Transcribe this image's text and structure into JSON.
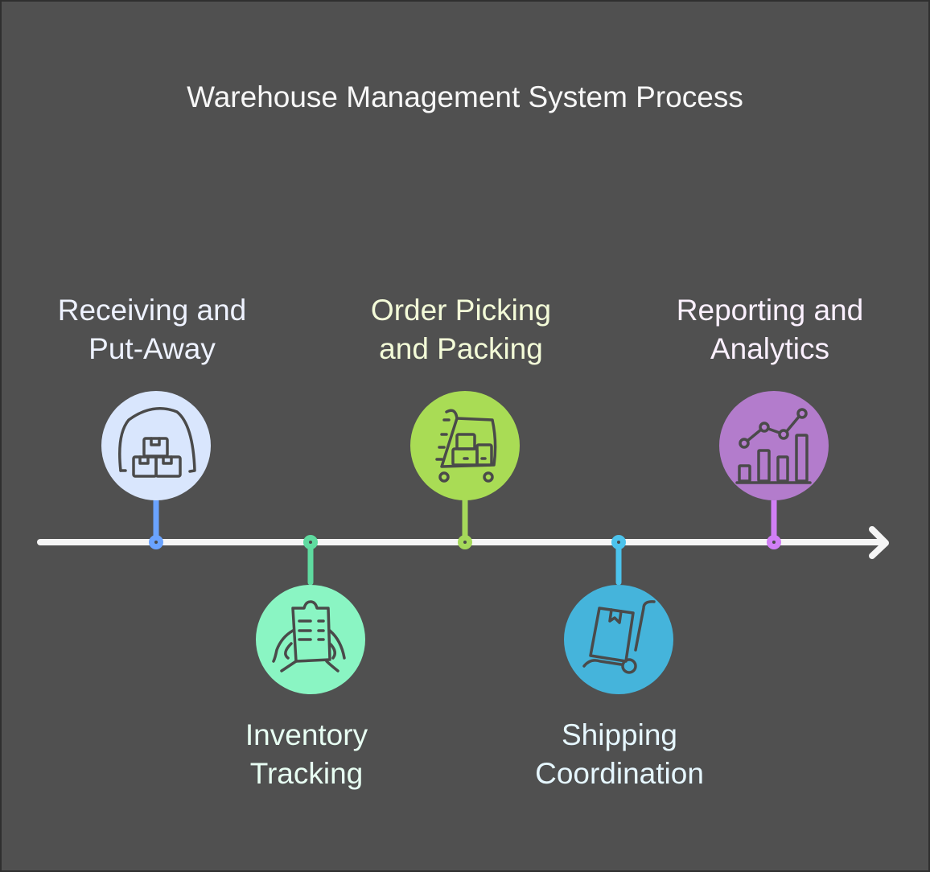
{
  "title": "Warehouse Management System Process",
  "colors": {
    "background": "#505050",
    "frame": "#2f2f2f",
    "timeline": "#f5f5f5",
    "icon_stroke": "#4a4a4a"
  },
  "steps": [
    {
      "label_line1": "Receiving and",
      "label_line2": "Put-Away",
      "icon": "warehouse-boxes-icon",
      "position": "above",
      "circle_color": "#d9e6fd",
      "connector_color": "#6aa3ff",
      "label_color": "#eef2ff"
    },
    {
      "label_line1": "Inventory",
      "label_line2": "Tracking",
      "icon": "clipboard-hands-icon",
      "position": "below",
      "circle_color": "#8af5c3",
      "connector_color": "#5fdba0",
      "label_color": "#e8fff3"
    },
    {
      "label_line1": "Order Picking",
      "label_line2": "and Packing",
      "icon": "picking-cart-icon",
      "position": "above",
      "circle_color": "#a9dc55",
      "connector_color": "#a5d95a",
      "label_color": "#f3fbd8"
    },
    {
      "label_line1": "Shipping",
      "label_line2": "Coordination",
      "icon": "hand-truck-icon",
      "position": "below",
      "circle_color": "#45b4db",
      "connector_color": "#4cc3ec",
      "label_color": "#e6f7ff"
    },
    {
      "label_line1": "Reporting and",
      "label_line2": "Analytics",
      "icon": "analytics-chart-icon",
      "position": "above",
      "circle_color": "#b37ccc",
      "connector_color": "#d17ff5",
      "label_color": "#fbf0ff"
    }
  ]
}
